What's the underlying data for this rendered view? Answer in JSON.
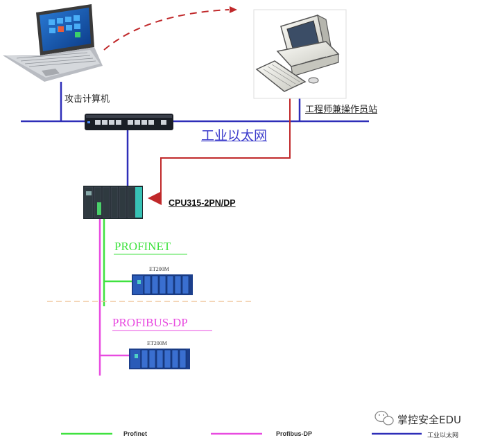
{
  "labels": {
    "attacker": "攻击计算机",
    "engineer_station": "工程师兼操作员站",
    "industrial_ethernet": "工业以太网",
    "cpu": "CPU315-2PN/DP",
    "profinet": "PROFINET",
    "profibus_dp": "PROFIBUS-DP",
    "et200m_1": "ET200M",
    "et200m_2": "ET200M"
  },
  "watermark": "掌控安全EDU",
  "legend": [
    {
      "label": "Profinet",
      "color": "#3fe23f"
    },
    {
      "label": "Profibus-DP",
      "color": "#e84be0"
    },
    {
      "label": "工业以太网",
      "color": "#2e2eb8"
    }
  ],
  "colors": {
    "ethernet": "#2e2eb8",
    "attack_path": "#c0282a",
    "profinet": "#3fe23f",
    "profibus": "#e84be0",
    "separator": "#f0c9a0"
  },
  "icons": [
    "laptop-icon",
    "desktop-computer-icon",
    "network-switch-icon",
    "plc-icon",
    "et200m-rack-icon",
    "wechat-icon"
  ]
}
